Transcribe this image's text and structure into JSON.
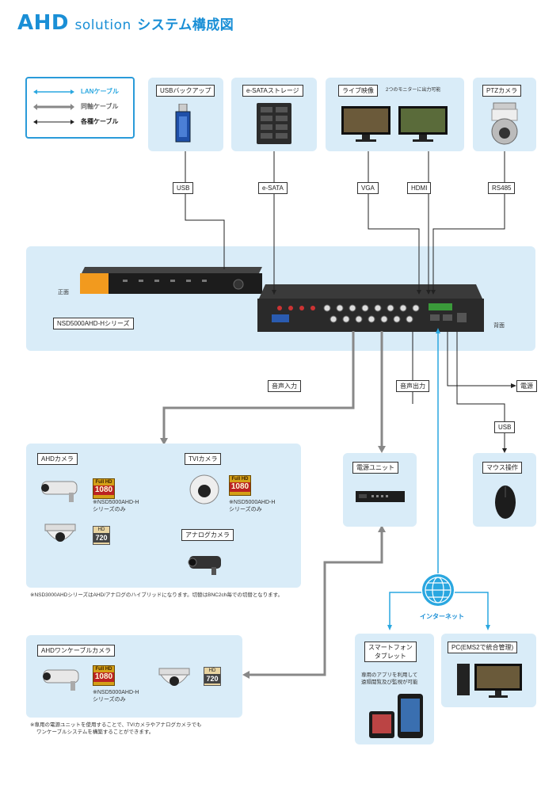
{
  "title": {
    "prefix": "AHD",
    "solution": "solution",
    "jp": "システム構成図"
  },
  "legend": {
    "lan": "LANケーブル",
    "coax": "同軸ケーブル",
    "various": "各種ケーブル"
  },
  "devices": {
    "usb_backup": "USBバックアップ",
    "esata": "e-SATAストレージ",
    "live": "ライブ映像",
    "live_note": "2つのモニターに出力可能",
    "ptz": "PTZカメラ",
    "dvr_series": "NSD5000AHD-Hシリーズ",
    "front": "正面",
    "back": "背面",
    "power_unit": "電源ユニット",
    "mouse": "マウス操作",
    "internet": "インターネット",
    "smartphone": "スマートフォン",
    "tablet": "タブレット",
    "smartphone_note_1": "専用のアプリを利用して",
    "smartphone_note_2": "遠隔閲覧及び監視が可能",
    "pc": "PC(EMS2で統合管理)"
  },
  "connectors": {
    "usb": "USB",
    "esata": "e-SATA",
    "vga": "VGA",
    "hdmi": "HDMI",
    "rs485": "RS485",
    "audio_in": "音声入力",
    "audio_out": "音声出力",
    "power": "電源",
    "usb2": "USB"
  },
  "cameras": {
    "ahd": "AHDカメラ",
    "tvi": "TVIカメラ",
    "analog": "アナログカメラ",
    "only_note_1": "※NSD5000AHD-H",
    "only_note_2": "シリーズのみ",
    "full_hd": "Full HD",
    "res_1080": "1080",
    "hd": "HD",
    "res_720": "720",
    "footnote": "※NSD3000AHDシリーズはAHD/アナログのハイブリッドになります。切替はBNC2ch毎での切替となります。",
    "onecable": "AHDワンケーブルカメラ",
    "onecable_note_1": "※専用の電源ユニットを使用することで、TVIカメラやアナログカメラでも",
    "onecable_note_2": "ワンケーブルシステムを構築することができます。"
  },
  "colors": {
    "accent": "#1a8fd6",
    "panel": "#d9ecf8",
    "lan": "#2aa7e0",
    "coax": "#888888",
    "line": "#222222"
  }
}
